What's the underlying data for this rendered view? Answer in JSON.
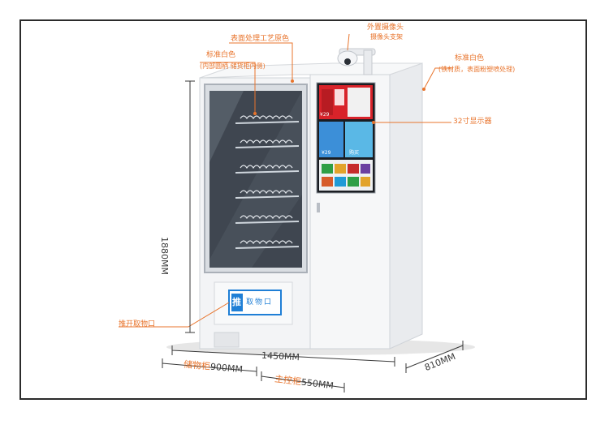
{
  "colors": {
    "accent": "#e8742c",
    "cabinet": "#f4f5f7",
    "frame": "#2b2b2b",
    "pickup_blue": "#1f7fd6"
  },
  "annotations": {
    "surface_treatment": "表面处理工艺原色",
    "standard_white_left": "标准白色",
    "standard_white_left_sub": "(内部圆柄 储货柜内侧)",
    "external_camera": "外置摄像头",
    "camera_bracket": "摄像头支架",
    "standard_white_right": "标准白色",
    "standard_white_right_sub": "(铁材质，表面粉塑喷处理)",
    "display": "32寸显示器",
    "push_pickup": "推开取物口"
  },
  "pickup_panel": {
    "push_char": "推",
    "label": "取物口"
  },
  "screen": {
    "price1": "¥29",
    "price2": "¥29",
    "buy": "购买"
  },
  "dimensions": {
    "height": "1880MM",
    "total_width": "1450MM",
    "depth": "810MM",
    "storage_label": "储物柜",
    "storage_value": "900MM",
    "control_label": "主控柜",
    "control_value": "550MM"
  }
}
